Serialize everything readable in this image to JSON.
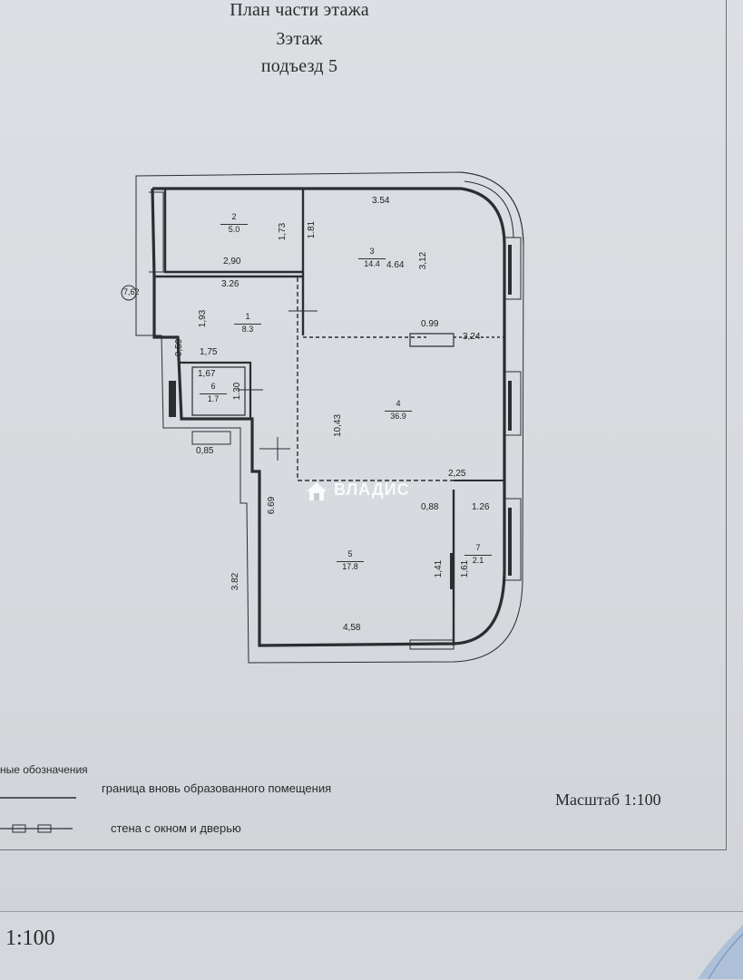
{
  "header": {
    "title": "План части этажа",
    "floor": "3этаж",
    "entrance": "подъезд 5"
  },
  "rooms": [
    {
      "no": "2",
      "area": "5.0"
    },
    {
      "no": "3",
      "area": "14.4"
    },
    {
      "no": "1",
      "area": "8.3"
    },
    {
      "no": "6",
      "area": "1.7"
    },
    {
      "no": "4",
      "area": "36.9"
    },
    {
      "no": "5",
      "area": "17.8"
    },
    {
      "no": "7",
      "area": "2.1"
    }
  ],
  "dimensions": {
    "d_3_54": "3.54",
    "d_1_81": "1.81",
    "d_1_73": "1,73",
    "d_2_90": "2,90",
    "d_4_64": "4.64",
    "d_3_12": "3,12",
    "d_3_26": "3.26",
    "d_1_93": "1,93",
    "d_0_99": "0.99",
    "d_3_24": "3,24",
    "d_0_59": "0,59",
    "d_1_75": "1,75",
    "d_1_67": "1,67",
    "d_1_30": "1.30",
    "d_10_43": "10,43",
    "d_0_85": "0,85",
    "d_2_25": "2,25",
    "d_0_88": "0,88",
    "d_1_26": "1.26",
    "d_6_69": "6.69",
    "d_3_82": "3.82",
    "d_1_41": "1,41",
    "d_1_61": "1,61",
    "d_4_58": "4,58",
    "d_7_62": "7,62"
  },
  "watermark": "ВЛАДИС",
  "legend": {
    "title": "ные обозначения",
    "item1": "граница вновь образованного помещения",
    "item2": "стена с окном и дверью"
  },
  "scale": "Масштаб 1:100",
  "scale_bottom": "1:100"
}
